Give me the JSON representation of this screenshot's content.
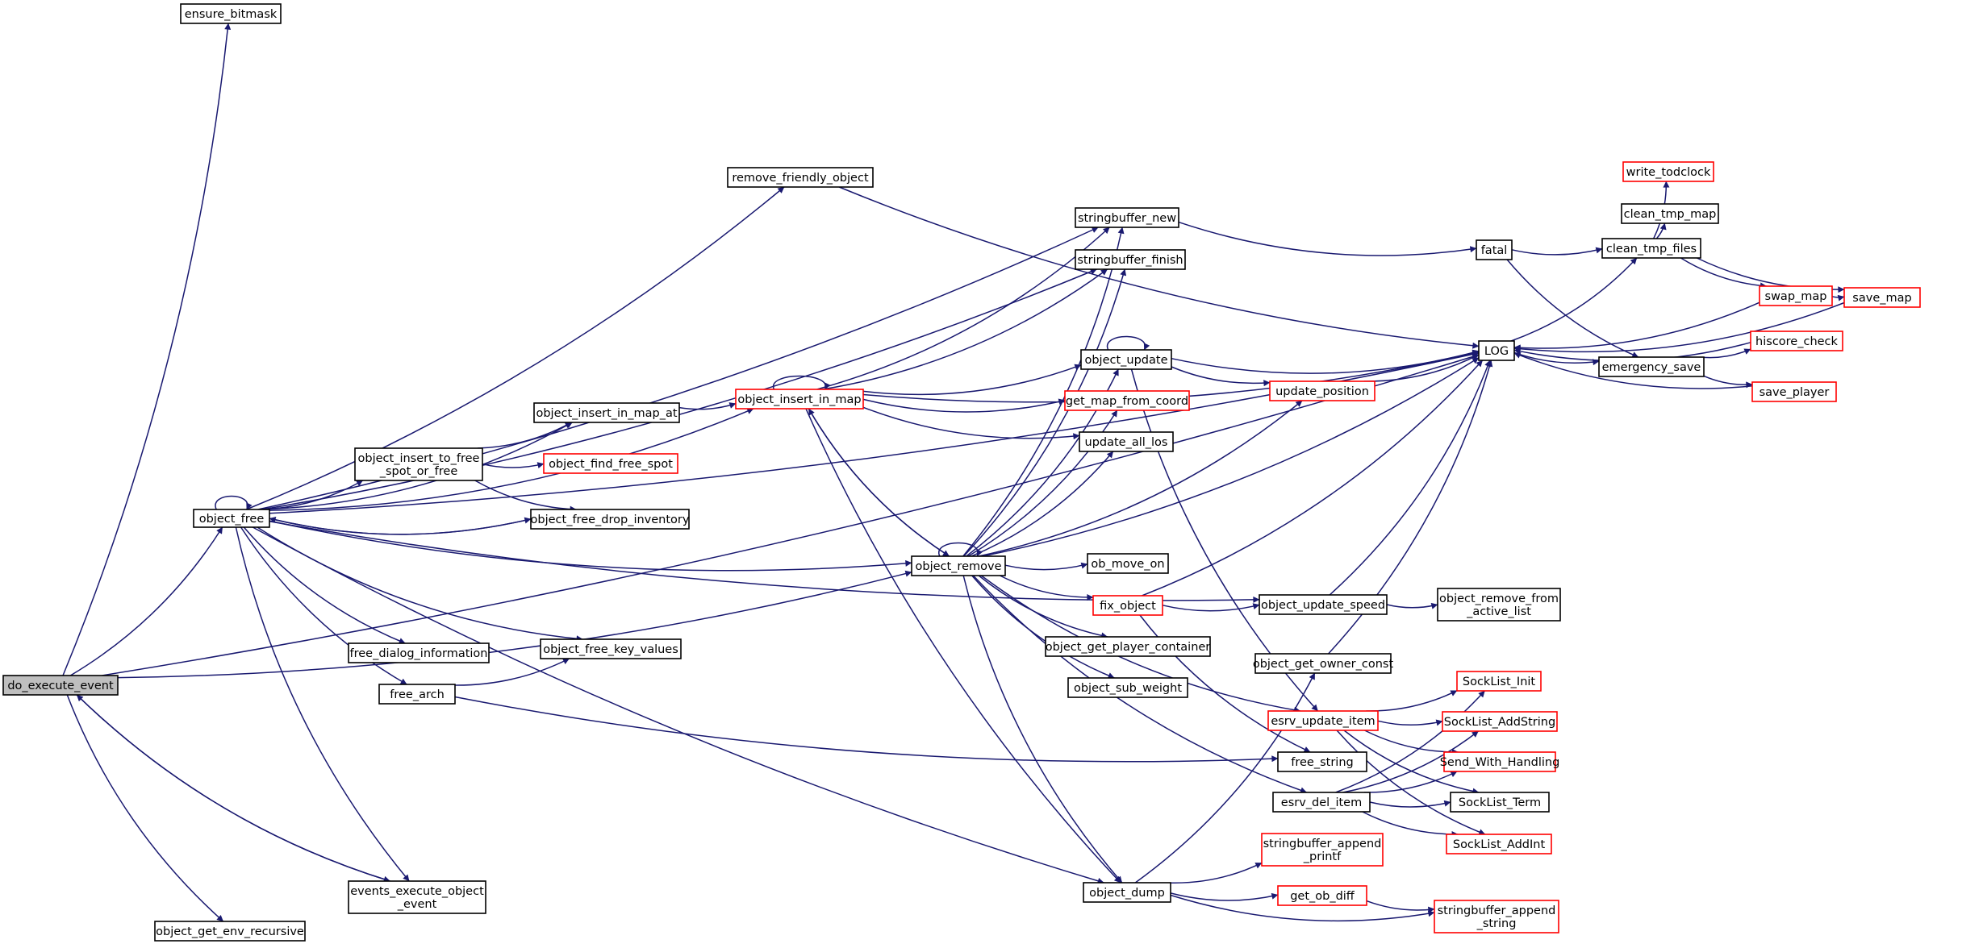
{
  "graph": {
    "title": "",
    "colors": {
      "edge": "#191970",
      "root_fill": "#bfbfbf",
      "border": "#000000",
      "truncated_border": "#ff0000"
    },
    "nodes": [
      {
        "id": "do_execute_event",
        "label": [
          "do_execute_event"
        ],
        "root": true,
        "truncated": false
      },
      {
        "id": "ensure_bitmask",
        "label": [
          "ensure_bitmask"
        ],
        "truncated": false
      },
      {
        "id": "object_free",
        "label": [
          "object_free"
        ],
        "truncated": false
      },
      {
        "id": "events_execute_object_event",
        "label": [
          "events_execute_object",
          "_event"
        ],
        "truncated": false
      },
      {
        "id": "object_get_env_recursive",
        "label": [
          "object_get_env_recursive"
        ],
        "truncated": false
      },
      {
        "id": "remove_friendly_object",
        "label": [
          "remove_friendly_object"
        ],
        "truncated": false
      },
      {
        "id": "object_insert_in_map_at",
        "label": [
          "object_insert_in_map_at"
        ],
        "truncated": false
      },
      {
        "id": "object_insert_to_free_spot_or_free",
        "label": [
          "object_insert_to_free",
          "_spot_or_free"
        ],
        "truncated": false
      },
      {
        "id": "object_find_free_spot",
        "label": [
          "object_find_free_spot"
        ],
        "truncated": true
      },
      {
        "id": "object_free_drop_inventory",
        "label": [
          "object_free_drop_inventory"
        ],
        "truncated": false
      },
      {
        "id": "free_dialog_information",
        "label": [
          "free_dialog_information"
        ],
        "truncated": false
      },
      {
        "id": "object_free_key_values",
        "label": [
          "object_free_key_values"
        ],
        "truncated": false
      },
      {
        "id": "free_arch",
        "label": [
          "free_arch"
        ],
        "truncated": false
      },
      {
        "id": "object_insert_in_map",
        "label": [
          "object_insert_in_map"
        ],
        "truncated": true
      },
      {
        "id": "object_remove",
        "label": [
          "object_remove"
        ],
        "truncated": false
      },
      {
        "id": "stringbuffer_new",
        "label": [
          "stringbuffer_new"
        ],
        "truncated": false
      },
      {
        "id": "stringbuffer_finish",
        "label": [
          "stringbuffer_finish"
        ],
        "truncated": false
      },
      {
        "id": "object_update",
        "label": [
          "object_update"
        ],
        "truncated": false
      },
      {
        "id": "get_map_from_coord",
        "label": [
          "get_map_from_coord"
        ],
        "truncated": true
      },
      {
        "id": "update_all_los",
        "label": [
          "update_all_los"
        ],
        "truncated": false
      },
      {
        "id": "ob_move_on",
        "label": [
          "ob_move_on"
        ],
        "truncated": false
      },
      {
        "id": "fix_object",
        "label": [
          "fix_object"
        ],
        "truncated": true
      },
      {
        "id": "object_get_player_container",
        "label": [
          "object_get_player_container"
        ],
        "truncated": false
      },
      {
        "id": "object_sub_weight",
        "label": [
          "object_sub_weight"
        ],
        "truncated": false
      },
      {
        "id": "object_dump",
        "label": [
          "object_dump"
        ],
        "truncated": false
      },
      {
        "id": "update_position",
        "label": [
          "update_position"
        ],
        "truncated": true
      },
      {
        "id": "object_update_speed",
        "label": [
          "object_update_speed"
        ],
        "truncated": false
      },
      {
        "id": "object_get_owner_const",
        "label": [
          "object_get_owner_const"
        ],
        "truncated": false
      },
      {
        "id": "esrv_update_item",
        "label": [
          "esrv_update_item"
        ],
        "truncated": true
      },
      {
        "id": "free_string",
        "label": [
          "free_string"
        ],
        "truncated": false
      },
      {
        "id": "esrv_del_item",
        "label": [
          "esrv_del_item"
        ],
        "truncated": false
      },
      {
        "id": "stringbuffer_append_printf",
        "label": [
          "stringbuffer_append",
          "_printf"
        ],
        "truncated": true
      },
      {
        "id": "get_ob_diff",
        "label": [
          "get_ob_diff"
        ],
        "truncated": true
      },
      {
        "id": "fatal",
        "label": [
          "fatal"
        ],
        "truncated": false
      },
      {
        "id": "LOG",
        "label": [
          "LOG"
        ],
        "truncated": false
      },
      {
        "id": "object_remove_from_active_list",
        "label": [
          "object_remove_from",
          "_active_list"
        ],
        "truncated": false
      },
      {
        "id": "SockList_Init",
        "label": [
          "SockList_Init"
        ],
        "truncated": true
      },
      {
        "id": "SockList_AddString",
        "label": [
          "SockList_AddString"
        ],
        "truncated": true
      },
      {
        "id": "Send_With_Handling",
        "label": [
          "Send_With_Handling"
        ],
        "truncated": true
      },
      {
        "id": "SockList_Term",
        "label": [
          "SockList_Term"
        ],
        "truncated": false
      },
      {
        "id": "SockList_AddInt",
        "label": [
          "SockList_AddInt"
        ],
        "truncated": true
      },
      {
        "id": "stringbuffer_append_string",
        "label": [
          "stringbuffer_append",
          "_string"
        ],
        "truncated": true
      },
      {
        "id": "clean_tmp_files",
        "label": [
          "clean_tmp_files"
        ],
        "truncated": false
      },
      {
        "id": "emergency_save",
        "label": [
          "emergency_save"
        ],
        "truncated": false
      },
      {
        "id": "write_todclock",
        "label": [
          "write_todclock"
        ],
        "truncated": true
      },
      {
        "id": "clean_tmp_map",
        "label": [
          "clean_tmp_map"
        ],
        "truncated": false
      },
      {
        "id": "swap_map",
        "label": [
          "swap_map"
        ],
        "truncated": true
      },
      {
        "id": "save_map",
        "label": [
          "save_map"
        ],
        "truncated": true
      },
      {
        "id": "hiscore_check",
        "label": [
          "hiscore_check"
        ],
        "truncated": true
      },
      {
        "id": "save_player",
        "label": [
          "save_player"
        ],
        "truncated": true
      }
    ],
    "edges": [
      [
        "do_execute_event",
        "ensure_bitmask"
      ],
      [
        "do_execute_event",
        "LOG"
      ],
      [
        "do_execute_event",
        "object_free"
      ],
      [
        "do_execute_event",
        "object_remove"
      ],
      [
        "do_execute_event",
        "events_execute_object_event"
      ],
      [
        "do_execute_event",
        "object_get_env_recursive"
      ],
      [
        "object_free",
        "object_free"
      ],
      [
        "object_free",
        "remove_friendly_object"
      ],
      [
        "object_free",
        "stringbuffer_new"
      ],
      [
        "object_free",
        "LOG"
      ],
      [
        "object_free",
        "stringbuffer_finish"
      ],
      [
        "object_free",
        "object_insert_in_map"
      ],
      [
        "object_free",
        "object_insert_in_map_at"
      ],
      [
        "object_free",
        "object_insert_to_free_spot_or_free"
      ],
      [
        "object_free",
        "object_free_drop_inventory"
      ],
      [
        "object_free",
        "object_remove"
      ],
      [
        "object_free",
        "free_dialog_information"
      ],
      [
        "object_free",
        "object_free_key_values"
      ],
      [
        "object_free",
        "free_arch"
      ],
      [
        "object_free",
        "object_update_speed"
      ],
      [
        "object_free",
        "events_execute_object_event"
      ],
      [
        "object_free",
        "object_dump"
      ],
      [
        "remove_friendly_object",
        "LOG"
      ],
      [
        "object_insert_in_map_at",
        "object_insert_in_map"
      ],
      [
        "object_insert_to_free_spot_or_free",
        "object_insert_in_map_at"
      ],
      [
        "object_insert_to_free_spot_or_free",
        "object_find_free_spot"
      ],
      [
        "object_insert_to_free_spot_or_free",
        "object_free_drop_inventory"
      ],
      [
        "object_free_drop_inventory",
        "object_free"
      ],
      [
        "free_arch",
        "object_free_key_values"
      ],
      [
        "free_arch",
        "free_string"
      ],
      [
        "events_execute_object_event",
        "do_execute_event"
      ],
      [
        "object_insert_in_map",
        "object_insert_in_map"
      ],
      [
        "object_insert_in_map",
        "stringbuffer_new"
      ],
      [
        "object_insert_in_map",
        "stringbuffer_finish"
      ],
      [
        "object_insert_in_map",
        "LOG"
      ],
      [
        "object_insert_in_map",
        "object_update"
      ],
      [
        "object_insert_in_map",
        "get_map_from_coord"
      ],
      [
        "object_insert_in_map",
        "update_all_los"
      ],
      [
        "object_insert_in_map",
        "object_remove"
      ],
      [
        "object_insert_in_map",
        "object_dump"
      ],
      [
        "object_remove",
        "object_remove"
      ],
      [
        "object_remove",
        "stringbuffer_new"
      ],
      [
        "object_remove",
        "stringbuffer_finish"
      ],
      [
        "object_remove",
        "object_insert_in_map"
      ],
      [
        "object_remove",
        "object_update"
      ],
      [
        "object_remove",
        "get_map_from_coord"
      ],
      [
        "object_remove",
        "update_all_los"
      ],
      [
        "object_remove",
        "update_position"
      ],
      [
        "object_remove",
        "LOG"
      ],
      [
        "object_remove",
        "ob_move_on"
      ],
      [
        "object_remove",
        "fix_object"
      ],
      [
        "object_remove",
        "object_get_player_container"
      ],
      [
        "object_remove",
        "object_sub_weight"
      ],
      [
        "object_remove",
        "esrv_update_item"
      ],
      [
        "object_remove",
        "esrv_del_item"
      ],
      [
        "object_remove",
        "object_dump"
      ],
      [
        "object_update",
        "object_update"
      ],
      [
        "object_update",
        "LOG"
      ],
      [
        "object_update",
        "update_position"
      ],
      [
        "object_update",
        "esrv_update_item"
      ],
      [
        "update_position",
        "LOG"
      ],
      [
        "fix_object",
        "LOG"
      ],
      [
        "fix_object",
        "object_update_speed"
      ],
      [
        "fix_object",
        "free_string"
      ],
      [
        "object_update_speed",
        "LOG"
      ],
      [
        "object_update_speed",
        "object_remove_from_active_list"
      ],
      [
        "object_get_owner_const",
        "LOG"
      ],
      [
        "esrv_update_item",
        "SockList_Init"
      ],
      [
        "esrv_update_item",
        "SockList_AddString"
      ],
      [
        "esrv_update_item",
        "Send_With_Handling"
      ],
      [
        "esrv_update_item",
        "SockList_Term"
      ],
      [
        "esrv_update_item",
        "SockList_AddInt"
      ],
      [
        "esrv_del_item",
        "SockList_Init"
      ],
      [
        "esrv_del_item",
        "SockList_AddString"
      ],
      [
        "esrv_del_item",
        "Send_With_Handling"
      ],
      [
        "esrv_del_item",
        "SockList_Term"
      ],
      [
        "esrv_del_item",
        "SockList_AddInt"
      ],
      [
        "object_dump",
        "object_get_owner_const"
      ],
      [
        "object_dump",
        "stringbuffer_append_printf"
      ],
      [
        "object_dump",
        "get_ob_diff"
      ],
      [
        "object_dump",
        "stringbuffer_append_string"
      ],
      [
        "get_ob_diff",
        "stringbuffer_append_string"
      ],
      [
        "stringbuffer_new",
        "fatal"
      ],
      [
        "fatal",
        "clean_tmp_files"
      ],
      [
        "fatal",
        "emergency_save"
      ],
      [
        "LOG",
        "clean_tmp_files"
      ],
      [
        "LOG",
        "emergency_save"
      ],
      [
        "clean_tmp_files",
        "write_todclock"
      ],
      [
        "clean_tmp_files",
        "clean_tmp_map"
      ],
      [
        "clean_tmp_files",
        "swap_map"
      ],
      [
        "clean_tmp_files",
        "save_map"
      ],
      [
        "swap_map",
        "LOG"
      ],
      [
        "swap_map",
        "save_map"
      ],
      [
        "save_map",
        "LOG"
      ],
      [
        "emergency_save",
        "hiscore_check"
      ],
      [
        "emergency_save",
        "save_player"
      ],
      [
        "hiscore_check",
        "LOG"
      ],
      [
        "save_player",
        "LOG"
      ]
    ]
  }
}
